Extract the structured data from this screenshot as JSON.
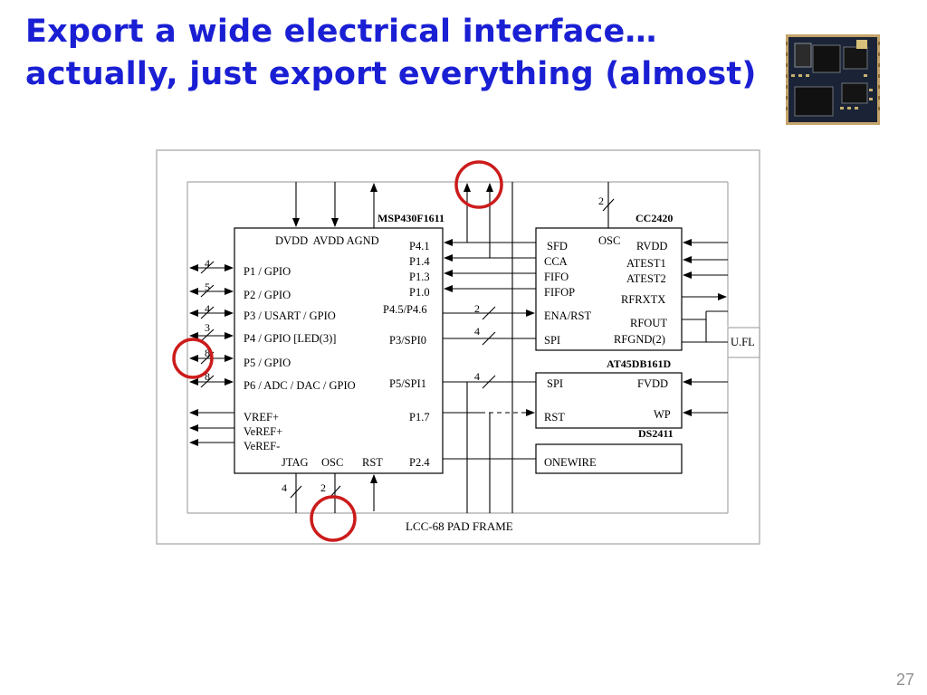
{
  "slide": {
    "title_line1": "Export a wide electrical interface…",
    "title_line2": "actually, just export everything (almost)",
    "page_number": "27"
  },
  "diagram": {
    "msp": {
      "name": "MSP430F1611",
      "power": "DVDD  AVDD AGND",
      "left_ports": [
        "P1 / GPIO",
        "P2 / GPIO",
        "P3 / USART / GPIO",
        "P4 / GPIO [LED(3)]",
        "P5 / GPIO",
        "P6 / ADC / DAC / GPIO"
      ],
      "vref": [
        "VREF+",
        "VeREF+",
        "VeREF-"
      ],
      "bottom": [
        "JTAG",
        "OSC",
        "RST"
      ],
      "right_ports": [
        "P4.1",
        "P1.4",
        "P1.3",
        "P1.0",
        "P4.5/P4.6",
        "P3/SPI0",
        "P5/SPI1",
        "P1.7",
        "P2.4"
      ]
    },
    "cc2420": {
      "name": "CC2420",
      "osc": "OSC",
      "left": [
        "SFD",
        "CCA",
        "FIFO",
        "FIFOP",
        "ENA/RST",
        "SPI"
      ],
      "right": [
        "RVDD",
        "ATEST1",
        "ATEST2",
        "RFRXTX",
        "RFOUT",
        "RFGND(2)"
      ]
    },
    "at45": {
      "name": "AT45DB161D",
      "left": [
        "SPI",
        "RST"
      ],
      "right": [
        "FVDD",
        "WP"
      ]
    },
    "ds2411": {
      "name": "DS2411",
      "pin": "ONEWIRE"
    },
    "ufl": "U.FL",
    "frame_label": "LCC-68 PAD FRAME",
    "bus_widths": {
      "p1": "4",
      "p2": "5",
      "p3": "4",
      "p4": "3",
      "p5": "8",
      "p6": "8",
      "jtag": "4",
      "osc": "2",
      "cc_osc": "2",
      "ena": "2",
      "spi0": "4",
      "spi1": "4"
    }
  }
}
